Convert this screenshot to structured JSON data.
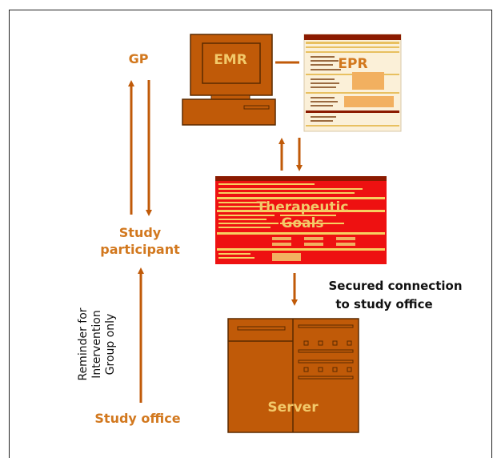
{
  "colors": {
    "accent": "#c05a08",
    "label_orange": "#d2781e",
    "goals_red": "#ee1111",
    "goals_text": "#f2c96a",
    "epr_bg": "#fbf0d8"
  },
  "labels": {
    "gp": "GP",
    "study_participant_line1": "Study",
    "study_participant_line2": "participant",
    "study_office": "Study office",
    "reminder_line1": "Reminder for",
    "reminder_line2": "Intervention",
    "reminder_line3": "Group only",
    "emr": "EMR",
    "epr": "EPR",
    "goals_line1": "Therapeutic",
    "goals_line2": "Goals",
    "secured_line1": "Secured connection",
    "secured_line2": "to study office",
    "server": "Server"
  }
}
